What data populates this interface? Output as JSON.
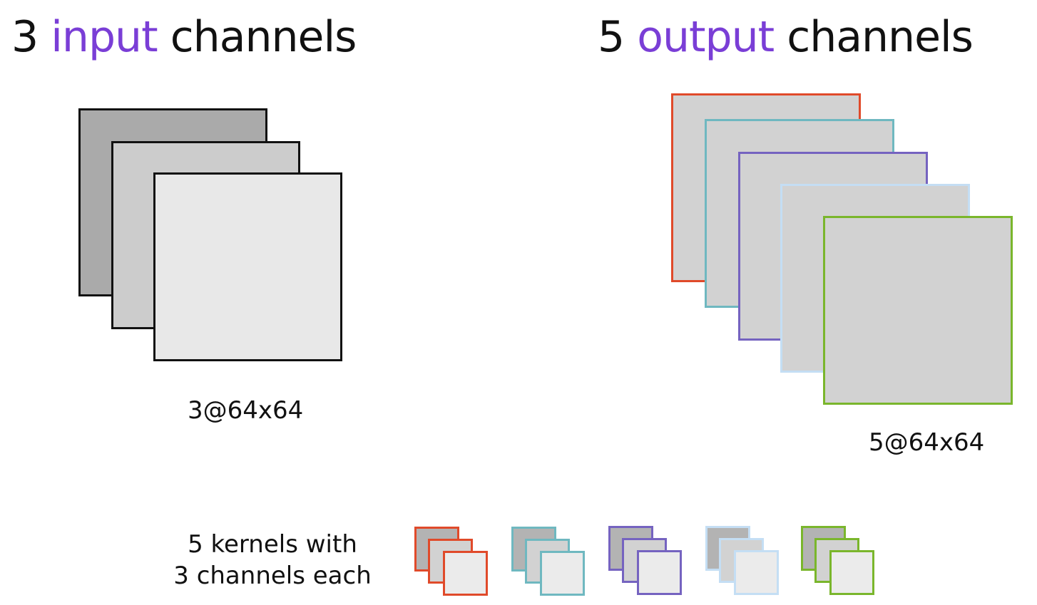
{
  "headings": {
    "input": {
      "number": "3",
      "accent": "input",
      "rest": "channels"
    },
    "output": {
      "number": "5",
      "accent": "output",
      "rest": "channels"
    }
  },
  "input_block": {
    "dims_label": "3@64x64",
    "channel_fills": [
      "#aaaaaa",
      "#cccccc",
      "#e8e8e8"
    ],
    "border_color": "#111111"
  },
  "output_block": {
    "dims_label": "5@64x64",
    "channel_border_colors": [
      "#e04a2a",
      "#6fb8c0",
      "#7563c0",
      "#c4def4",
      "#7ab62c"
    ],
    "fill": "#d2d2d2"
  },
  "kernels": {
    "caption_line1": "5 kernels with",
    "caption_line2": "3 channels each",
    "border_colors": [
      "#e04a2a",
      "#6fb8c0",
      "#7563c0",
      "#c4def4",
      "#7ab62c"
    ]
  },
  "colors": {
    "accent": "#7a3ed6",
    "text": "#111111"
  }
}
